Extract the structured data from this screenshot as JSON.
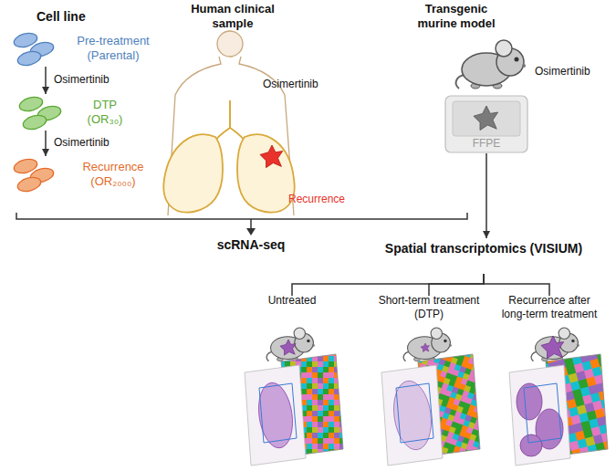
{
  "diagram": {
    "nodes": [
      {
        "text": [
          "Pre-treatment (Parental)"
        ]
      },
      {
        "text": [
          "DTP (OR₃₀)"
        ]
      },
      {
        "text": [
          "Recurrence (OR₂₀₀₀)"
        ]
      },
      {
        "text": [
          "FFPE"
        ]
      },
      {
        "text": [
          "Spatial transcriptomics (VISIUM)"
        ]
      },
      {
        "text": [
          "Untreated"
        ]
      },
      {
        "text": [
          "Short-term treatment (DTP)"
        ]
      },
      {
        "text": [
          "Recurrence after long-term treatment"
        ]
      }
    ],
    "edges": [
      {
        "from": 0,
        "to": 1,
        "arrow": "to",
        "label": "Osimertinib"
      },
      {
        "from": 1,
        "to": 2,
        "arrow": "to",
        "label": "Osimertinib"
      },
      {
        "from": 3,
        "to": 4,
        "arrow": "to"
      },
      {
        "from": 4,
        "to": 5,
        "arrow": "none"
      },
      {
        "from": 4,
        "to": 6,
        "arrow": "none"
      },
      {
        "from": 4,
        "to": 7,
        "arrow": "none"
      }
    ],
    "labels": [
      "Cell line",
      "Human clinical sample",
      "Transgenic murine model",
      "Osimertinib",
      "Recurrence",
      "Osimertinib",
      "scRNA-seq"
    ]
  }
}
